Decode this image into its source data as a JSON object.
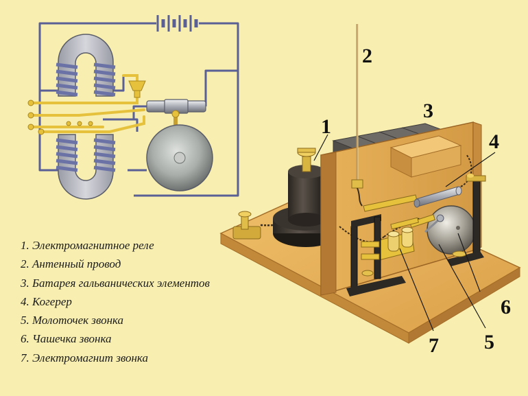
{
  "callouts": [
    {
      "number": "1"
    },
    {
      "number": "2"
    },
    {
      "number": "3"
    },
    {
      "number": "4"
    },
    {
      "number": "5"
    },
    {
      "number": "6"
    },
    {
      "number": "7"
    }
  ],
  "legend": [
    "1. Электромагнитное реле",
    "2. Антенный провод",
    "3. Батарея гальванических элементов",
    "4. Когерер",
    "5. Молоточек звонка",
    "6. Чашечка звонка",
    "7. Электромагнит звонка"
  ],
  "colors": {
    "background": "#f7eeb0",
    "wire": "#5a5f95",
    "brass": "#e6c23c",
    "wood": "#e2aa4f",
    "coil": "#7c84b0",
    "magnet": "#b4b6c0",
    "bell": "#a9aeaa"
  }
}
